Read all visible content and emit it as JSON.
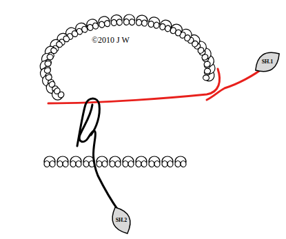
{
  "diagram": {
    "nodes": [
      {
        "text": [
          "SH.1"
        ]
      },
      {
        "text": [
          "SH.2"
        ]
      }
    ],
    "labels": [
      "©2010 J W"
    ]
  }
}
